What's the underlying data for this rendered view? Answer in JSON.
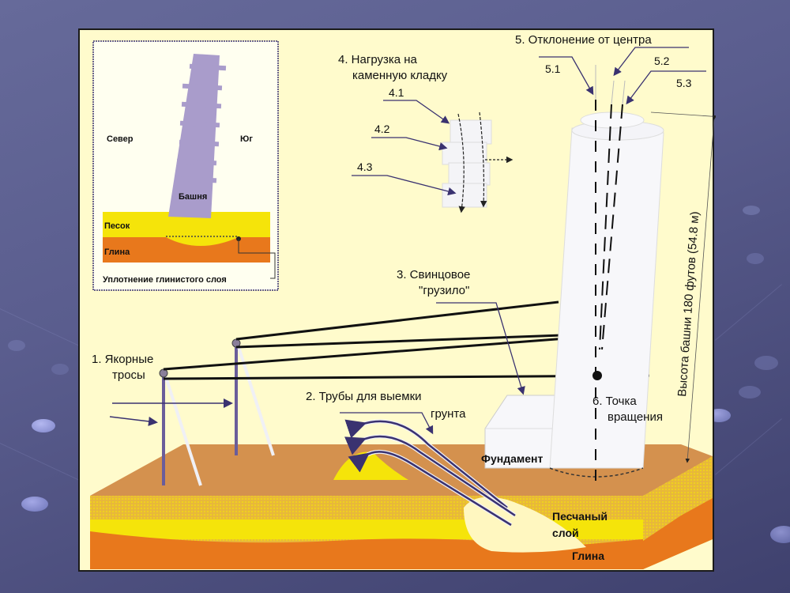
{
  "inset": {
    "north": "Север",
    "south": "Юг",
    "tower": "Башня",
    "sand": "Песок",
    "clay": "Глина",
    "compaction": "Уплотнение глинистого слоя"
  },
  "labels": {
    "anchor_cables": [
      "1. Якорные",
      "тросы"
    ],
    "pipes": [
      "2. Трубы для выемки",
      "грунта"
    ],
    "lead_weight": [
      "3. Свинцовое",
      "\"грузило\""
    ],
    "masonry_load": [
      "4. Нагрузка на",
      "каменную кладку"
    ],
    "masonry_sub": [
      "4.1",
      "4.2",
      "4.3"
    ],
    "deviation": "5. Отклонение от центра",
    "deviation_sub": [
      "5.1",
      "5.2",
      "5.3"
    ],
    "rotation_point": [
      "6. Точка",
      "вращения"
    ],
    "foundation": "Фундамент",
    "sand_layer": [
      "Песчаный",
      "слой"
    ],
    "clay": "Глина",
    "height": "Высота башни 180 футов (54.8 м)"
  },
  "colors": {
    "slide_bg": "#fffbcc",
    "inset_bg": "#fffff0",
    "tower_inset": "#a99ccb",
    "ground": "#d4914e",
    "sand_yellow": "#f5e40a",
    "clay_orange": "#e8781c",
    "tower_white": "#f7f7fa",
    "arrow_purple": "#3a3270"
  }
}
